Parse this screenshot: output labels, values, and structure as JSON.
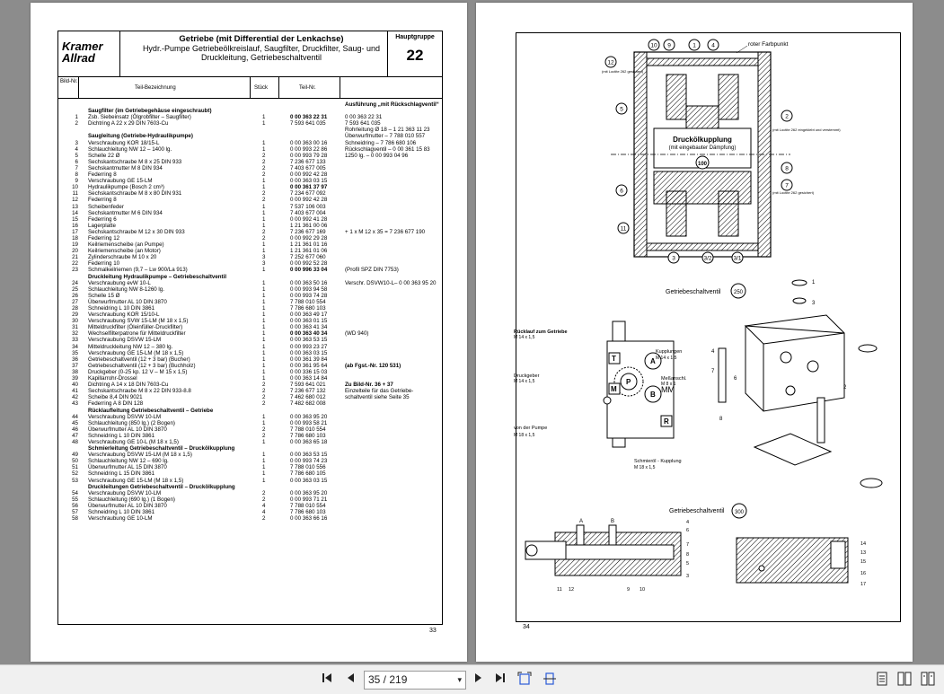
{
  "header": {
    "brand": "Kramer Allrad",
    "title": "Getriebe (mit Differential der Lenkachse)",
    "subtitle": "Hydr.-Pumpe Getriebeölkreislauf, Saugfilter, Druckfilter, Saug- und Druckleitung, Getriebeschaltventil",
    "group_label": "Hauptgruppe",
    "group_number": "22"
  },
  "columns": {
    "bild": "Bild-Nr.",
    "teil": "Teil-Bezeichnung",
    "stueck": "Stück",
    "teilnr": "Teil-Nr."
  },
  "rows": [
    {
      "n": "",
      "d": "",
      "q": "",
      "p": "",
      "x": "Ausführung „mit Rückschlagventil“",
      "cls": "bold"
    },
    {
      "n": "",
      "d": "Saugfilter (im Getriebegehäuse eingeschraubt)",
      "q": "",
      "p": "",
      "x": "",
      "cls": "sec"
    },
    {
      "n": "1",
      "d": "Zsb. Siebeinsatz (Ölgrobfilter – Saugfilter)",
      "q": "1",
      "p": "0 00 363 22 31",
      "x": "0 00 363 22 31",
      "pb": true
    },
    {
      "n": "2",
      "d": "Dichtring A 22 x 29 DIN 7603-Cu",
      "q": "1",
      "p": "7 593 641 035",
      "x": "7 593 641 035"
    },
    {
      "n": "",
      "d": "",
      "q": "",
      "p": "",
      "x": "Rohrleitung Ø 18   – 1 21 363 11 23"
    },
    {
      "n": "",
      "d": "Saugleitung (Getriebe-Hydraulikpumpe)",
      "q": "",
      "p": "",
      "x": "Überwurfmutter   – 7 788 010 557",
      "cls": "sec"
    },
    {
      "n": "3",
      "d": "Verschraubung KOR 18/15-L",
      "q": "1",
      "p": "0 00 363 00 16",
      "x": "Schneidring   – 7 786 680 106"
    },
    {
      "n": "4",
      "d": "Schlauchleitung NW 12 – 1400 lg.",
      "q": "1",
      "p": "0 00 993 22 86",
      "x": "Rückschlagventil   – 0 00 361 15 83"
    },
    {
      "n": "5",
      "d": "Schelle 22 Ø",
      "q": "2",
      "p": "0 00 993 79 28",
      "x": "1250 lg.   – 0 00 993 04 96"
    },
    {
      "n": "6",
      "d": "Sechskantschraube M 8 x 25 DIN 933",
      "q": "2",
      "p": "7 236 677 133",
      "x": ""
    },
    {
      "n": "7",
      "d": "Sechskantmutter M 8 DIN 934",
      "q": "2",
      "p": "7 403 677 005",
      "x": ""
    },
    {
      "n": "8",
      "d": "Federring 8",
      "q": "2",
      "p": "0 00 992 42 28",
      "x": ""
    },
    {
      "n": "9",
      "d": "Verschraubung GE 15-LM",
      "q": "1",
      "p": "0 00 363 03 15",
      "x": ""
    },
    {
      "n": "10",
      "d": "Hydraulikpumpe (Bosch 2 cm³)",
      "q": "1",
      "p": "0 00 361 37 97",
      "x": "",
      "pb": true
    },
    {
      "n": "11",
      "d": "Sechskantschraube M 8 x 80 DIN 931",
      "q": "2",
      "p": "7 234 677 092",
      "x": ""
    },
    {
      "n": "12",
      "d": "Federring 8",
      "q": "2",
      "p": "0 00 992 42 28",
      "x": ""
    },
    {
      "n": "13",
      "d": "Scheibenfeder",
      "q": "1",
      "p": "7 537 106 003",
      "x": ""
    },
    {
      "n": "14",
      "d": "Sechskantmutter M 6 DIN 934",
      "q": "1",
      "p": "7 403 677 004",
      "x": ""
    },
    {
      "n": "15",
      "d": "Federring 6",
      "q": "1",
      "p": "0 00 992 41 28",
      "x": ""
    },
    {
      "n": "16",
      "d": "Lagerplatte",
      "q": "1",
      "p": "1 21 361 00 06",
      "x": ""
    },
    {
      "n": "17",
      "d": "Sechskantschraube M 12 x 30 DIN 933",
      "q": "2",
      "p": "7 236 677 169",
      "x": "+ 1 x M 12 x 35   = 7 236 677 190"
    },
    {
      "n": "18",
      "d": "Federring 12",
      "q": "2",
      "p": "0 00 992 29 28",
      "x": ""
    },
    {
      "n": "19",
      "d": "Keilriemenscheibe (an Pumpe)",
      "q": "1",
      "p": "1 21 361 01 16",
      "x": ""
    },
    {
      "n": "20",
      "d": "Keilriemenscheibe (an Motor)",
      "q": "1",
      "p": "1 21 361 01 06",
      "x": ""
    },
    {
      "n": "21",
      "d": "Zylinderschraube M 10 x 20",
      "q": "3",
      "p": "7 252 677 060",
      "x": ""
    },
    {
      "n": "22",
      "d": "Federring 10",
      "q": "3",
      "p": "0 00 992 52 28",
      "x": ""
    },
    {
      "n": "23",
      "d": "Schmalkeilriemen (9,7 – Lw 900/La 913)",
      "q": "1",
      "p": "0 00 996 33 04",
      "x": "(Profil SPZ DIN 7753)",
      "pb": true
    },
    {
      "n": "",
      "d": "Druckleitung Hydraulikpumpe – Getriebeschaltventil",
      "q": "",
      "p": "",
      "x": "",
      "cls": "sec"
    },
    {
      "n": "24",
      "d": "Verschraubung evW 10-L",
      "q": "1",
      "p": "0 00 363 50 16",
      "x": "Verschr. DSVW10-L–  0 00 363 95 20"
    },
    {
      "n": "25",
      "d": "Schlauchleitung NW 8-1260 lg.",
      "q": "1",
      "p": "0 00 993 94 58",
      "x": ""
    },
    {
      "n": "26",
      "d": "Schelle 15 Ø",
      "q": "1",
      "p": "0 00 993 74 28",
      "x": ""
    },
    {
      "n": "27",
      "d": "Überwurfmutter AL 10 DIN 3870",
      "q": "1",
      "p": "7 788 010 554",
      "x": ""
    },
    {
      "n": "28",
      "d": "Schneidring L 10 DIN 3861",
      "q": "1",
      "p": "7 786 680 103",
      "x": ""
    },
    {
      "n": "29",
      "d": "Verschraubung KOR 15/10-L",
      "q": "1",
      "p": "0 00 363 49 17",
      "x": ""
    },
    {
      "n": "30",
      "d": "Verschraubung SVW 15-LM (M 18 x 1,5)",
      "q": "1",
      "p": "0 00 363 01 15",
      "x": ""
    },
    {
      "n": "31",
      "d": "Mitteldruckfilter (Öleinfüller-Druckfilter)",
      "q": "1",
      "p": "0 00 363 41 34",
      "x": ""
    },
    {
      "n": "32",
      "d": "Wechselfilterpatrone für Mitteldruckfilter",
      "q": "1",
      "p": "0 00 363 40 34",
      "x": "(WD 940)",
      "pb": true
    },
    {
      "n": "33",
      "d": "Verschraubung DSVW 15-LM",
      "q": "1",
      "p": "0 00 363 53 15",
      "x": ""
    },
    {
      "n": "34",
      "d": "Mitteldruckleitung NW 12 – 380 lg.",
      "q": "1",
      "p": "0 00 993 23 27",
      "x": ""
    },
    {
      "n": "35",
      "d": "Verschraubung GE 15-LM (M 18 x 1,5)",
      "q": "1",
      "p": "0 00 363 03 15",
      "x": ""
    },
    {
      "n": "36",
      "d": "Getriebeschaltventil (12 + 3 bar) (Bucher)",
      "q": "1",
      "p": "0 00 361 39 84",
      "x": ""
    },
    {
      "n": "37",
      "d": "Getriebeschaltventil (12 + 3 bar) (Buchholz)",
      "q": "1",
      "p": "0 00 361 95 64",
      "x": "(ab Fgst.-Nr. 120 531)",
      "xb": true
    },
    {
      "n": "38",
      "d": "Druckgeber (0-25 kp. 12 V – M 15 x 1,5)",
      "q": "1",
      "p": "0 00 336 15 03",
      "x": ""
    },
    {
      "n": "39",
      "d": "Kapillarrohr-Drossel",
      "q": "1",
      "p": "0 00 363 14 84",
      "x": ""
    },
    {
      "n": "40",
      "d": "Dichtring A 14 x 18 DIN 7603-Cu",
      "q": "2",
      "p": "7 593 641 021",
      "x": "Zu Bild-Nr. 36 + 37",
      "xb": true
    },
    {
      "n": "41",
      "d": "Sechskantschraube M 8 x 22 DIN 933-8.8",
      "q": "2",
      "p": "7 236 677 132",
      "x": "Einzelteile für das Getriebe-"
    },
    {
      "n": "42",
      "d": "Scheibe 8,4 DIN 9021",
      "q": "2",
      "p": "7 462 680 012",
      "x": "schaltventil siehe Seite 35"
    },
    {
      "n": "43",
      "d": "Federring A 8 DIN 128",
      "q": "2",
      "p": "7 482 682 008",
      "x": ""
    },
    {
      "n": "",
      "d": "Rücklaufleitung Getriebeschaltventil – Getriebe",
      "q": "",
      "p": "",
      "x": "",
      "cls": "sec"
    },
    {
      "n": "44",
      "d": "Verschraubung DSVW 10-LM",
      "q": "1",
      "p": "0 00 363 95 20",
      "x": ""
    },
    {
      "n": "45",
      "d": "Schlauchleitung (850 lg.) (2 Bogen)",
      "q": "1",
      "p": "0 00 993 58 21",
      "x": ""
    },
    {
      "n": "46",
      "d": "Überwurfmutter AL 10 DIN 3870",
      "q": "2",
      "p": "7 788 010 554",
      "x": ""
    },
    {
      "n": "47",
      "d": "Schneidring L 10 DIN 3861",
      "q": "2",
      "p": "7 786 680 103",
      "x": ""
    },
    {
      "n": "48",
      "d": "Verschraubung GE 10-L (M 18 x 1,5)",
      "q": "1",
      "p": "0 00 363 65 18",
      "x": ""
    },
    {
      "n": "",
      "d": "Schmierleitung Getriebeschaltventil – Druckölkupplung",
      "q": "",
      "p": "",
      "x": "",
      "cls": "sec"
    },
    {
      "n": "49",
      "d": "Verschraubung DSVW 15-LM (M 18 x 1,5)",
      "q": "1",
      "p": "0 00 363 53 15",
      "x": ""
    },
    {
      "n": "50",
      "d": "Schlauchleitung NW 12 – 690 lg.",
      "q": "1",
      "p": "0 00 993 74 23",
      "x": ""
    },
    {
      "n": "51",
      "d": "Überwurfmutter AL 15 DIN 3870",
      "q": "1",
      "p": "7 788 010 556",
      "x": ""
    },
    {
      "n": "52",
      "d": "Schneidring L 15 DIN 3861",
      "q": "1",
      "p": "7 786 680 105",
      "x": ""
    },
    {
      "n": "53",
      "d": "Verschraubung GE 15-LM (M 18 x 1,5)",
      "q": "1",
      "p": "0 00 363 03 15",
      "x": ""
    },
    {
      "n": "",
      "d": "Druckleitungen Getriebeschaltventil – Druckölkupplung",
      "q": "",
      "p": "",
      "x": "",
      "cls": "sec"
    },
    {
      "n": "54",
      "d": "Verschraubung DSVW 10-LM",
      "q": "2",
      "p": "0 00 363 95 20",
      "x": ""
    },
    {
      "n": "55",
      "d": "Schlauchleitung (690 lg.) (1 Bogen)",
      "q": "2",
      "p": "0 00 993 71 21",
      "x": ""
    },
    {
      "n": "56",
      "d": "Überwurfmutter AL 10 DIN 3870",
      "q": "4",
      "p": "7 788 010 554",
      "x": ""
    },
    {
      "n": "57",
      "d": "Schneidring L 10 DIN 3861",
      "q": "4",
      "p": "7 786 680 103",
      "x": ""
    },
    {
      "n": "58",
      "d": "Verschraubung GE 10-LM",
      "q": "2",
      "p": "0 00 363 66 16",
      "x": ""
    }
  ],
  "left_page_number": "33",
  "right_page": {
    "roter_farbpunkt": "roter Farbpunkt",
    "kupplung_title": "Druckölkupplung",
    "kupplung_sub": "(mit eingebauter Dämpfung)",
    "label_100": "100",
    "loctite_top": "(mit Loctite 262 gesichert)",
    "loctite_2": "(mit Loctite 262 eingeklebt und verstemmt)",
    "loctite_7": "(mit Loctite 262 gesichert)",
    "top_callouts": [
      "10",
      "9",
      "1",
      "4"
    ],
    "left_callouts": [
      "12",
      "5",
      "6",
      "11"
    ],
    "right_callouts": [
      "2",
      "8",
      "7"
    ],
    "bottom_callouts": [
      "3",
      "3/2",
      "3/1"
    ],
    "ventil_250": "Getriebeschaltventil",
    "num_250": "250",
    "ruecklauf": "Rücklauf zum Getriebe",
    "ruecklauf_thread": "M 14 x 1,5",
    "kupplungen": "Kupplungen",
    "kupplungen_thread": "M 14 x 1,5",
    "druckgeber": "Druckgeber",
    "druckgeber_thread": "M 14 x 1,5",
    "messanschluss": "Meßanschl.",
    "messanschluss_thread": "M 8 x 1",
    "mm": "MM",
    "von_pumpe": "von der Pumpe",
    "von_pumpe_thread": "M 18 x 1,5",
    "schmieroel": "Schmieröl - Kupplung",
    "schmieroel_thread": "M 18 x 1,5",
    "port_letters": [
      "T",
      "A",
      "P",
      "M",
      "B",
      "R"
    ],
    "ventil_300": "Getriebeschaltventil",
    "num_300": "300",
    "exploded_callouts": [
      "1",
      "3",
      "5",
      "4",
      "8",
      "7",
      "6",
      "2"
    ],
    "section_callouts_left": [
      "A",
      "B",
      "4",
      "6",
      "7",
      "8",
      "5",
      "3",
      "11",
      "12",
      "9",
      "10"
    ],
    "section_callouts_right": [
      "14",
      "13",
      "15",
      "16",
      "17"
    ],
    "page_number": "34"
  },
  "toolbar": {
    "page_display": "35 / 219",
    "first_icon": "first-page-icon",
    "prev_icon": "prev-page-icon",
    "next_icon": "next-page-icon",
    "last_icon": "last-page-icon"
  }
}
